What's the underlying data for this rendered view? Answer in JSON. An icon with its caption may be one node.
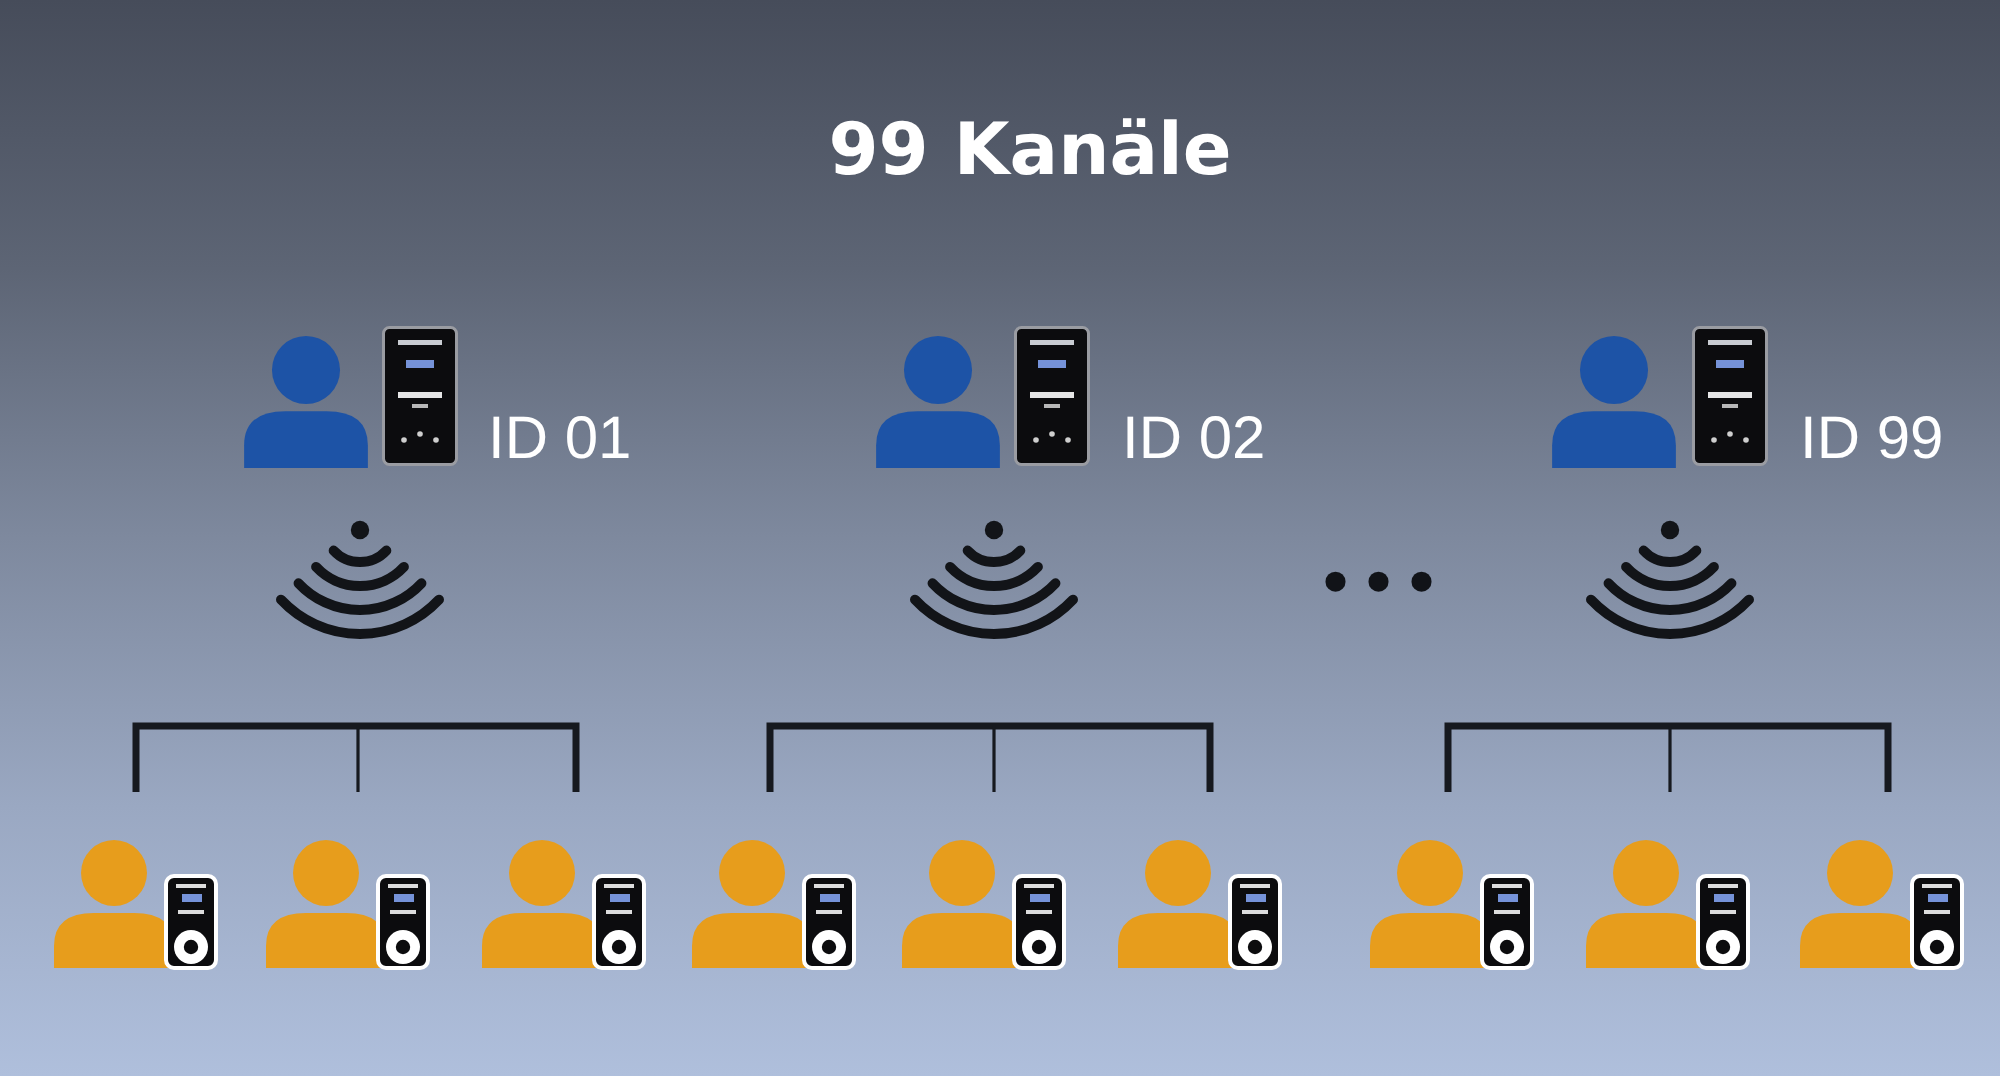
{
  "diagram": {
    "title": "99 Kanäle",
    "nodes": [
      {
        "text": [],
        "shape": "person",
        "beside": [
          "ID 01"
        ]
      },
      {
        "text": [],
        "shape": "person",
        "beside": [
          "ID 02"
        ]
      },
      {
        "text": [],
        "shape": "person",
        "beside": [
          "ID 99"
        ]
      },
      {
        "text": [],
        "shape": "person"
      },
      {
        "text": [],
        "shape": "person"
      },
      {
        "text": [],
        "shape": "person"
      },
      {
        "text": [],
        "shape": "person"
      },
      {
        "text": [],
        "shape": "person"
      },
      {
        "text": [],
        "shape": "person"
      },
      {
        "text": [],
        "shape": "person"
      },
      {
        "text": [],
        "shape": "person"
      },
      {
        "text": [],
        "shape": "person"
      }
    ],
    "labels": [
      "..."
    ]
  }
}
